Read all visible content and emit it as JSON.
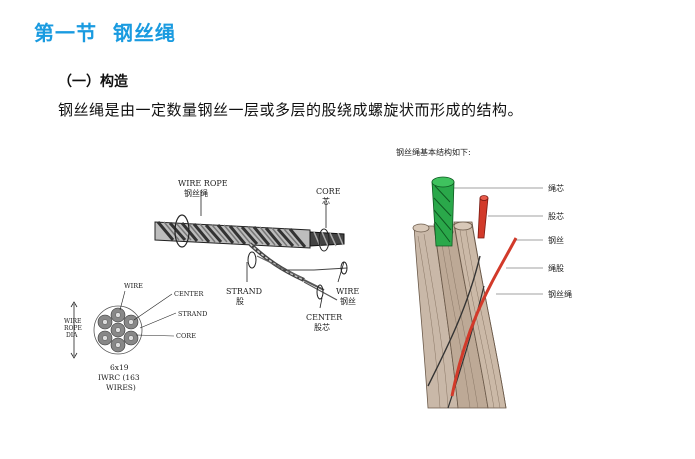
{
  "section_title": "第一节  钢丝绳",
  "sub_heading": "（一）构造",
  "body_text": "钢丝绳是由一定数量钢丝一层或多层的股绕成螺旋状而形成的结构。",
  "left_figure": {
    "wire_rope_en": "WIRE ROPE",
    "wire_rope_cn": "钢丝绳",
    "core_en": "CORE",
    "core_cn": "芯",
    "strand_en": "STRAND",
    "strand_cn": "股",
    "wire_en": "WIRE",
    "wire_cn": "钢丝",
    "center_en": "CENTER",
    "center_cn": "股芯",
    "cs_wire": "WIRE",
    "cs_center": "CENTER",
    "cs_strand": "STRAND",
    "cs_core": "CORE",
    "dia_1": "WIRE",
    "dia_2": "ROPE",
    "dia_3": "DIA",
    "spec_1": "6x19",
    "spec_2": "IWRC (163",
    "spec_3": "WIRES)"
  },
  "right_figure": {
    "caption": "钢丝绳基本结构如下:",
    "labels": [
      "绳芯",
      "股芯",
      "钢丝",
      "绳股",
      "钢丝绳"
    ]
  },
  "colors": {
    "title_blue": "#1a9be0",
    "core_green": "#2aa84a",
    "strand_red": "#d23a2a"
  }
}
